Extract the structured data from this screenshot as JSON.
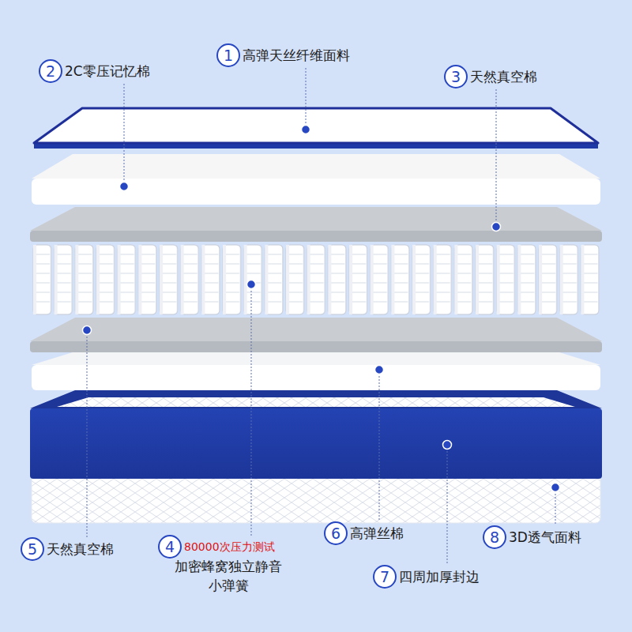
{
  "diagram": {
    "nodes": [
      {
        "text": [
          "1",
          "高弹天丝纤维面料"
        ]
      },
      {
        "text": [
          "2",
          "2C零压记忆棉"
        ]
      },
      {
        "text": [
          "3",
          "天然真空棉"
        ]
      },
      {
        "text": [
          "4",
          "80000次压力测试",
          "加密蜂窝独立静音 小弹簧"
        ]
      },
      {
        "text": [
          "5",
          "天然真空棉"
        ]
      },
      {
        "text": [
          "6",
          "高弹丝棉"
        ]
      },
      {
        "text": [
          "7",
          "四周加厚封边"
        ]
      },
      {
        "text": [
          "8",
          "3D透气面料"
        ]
      }
    ]
  }
}
